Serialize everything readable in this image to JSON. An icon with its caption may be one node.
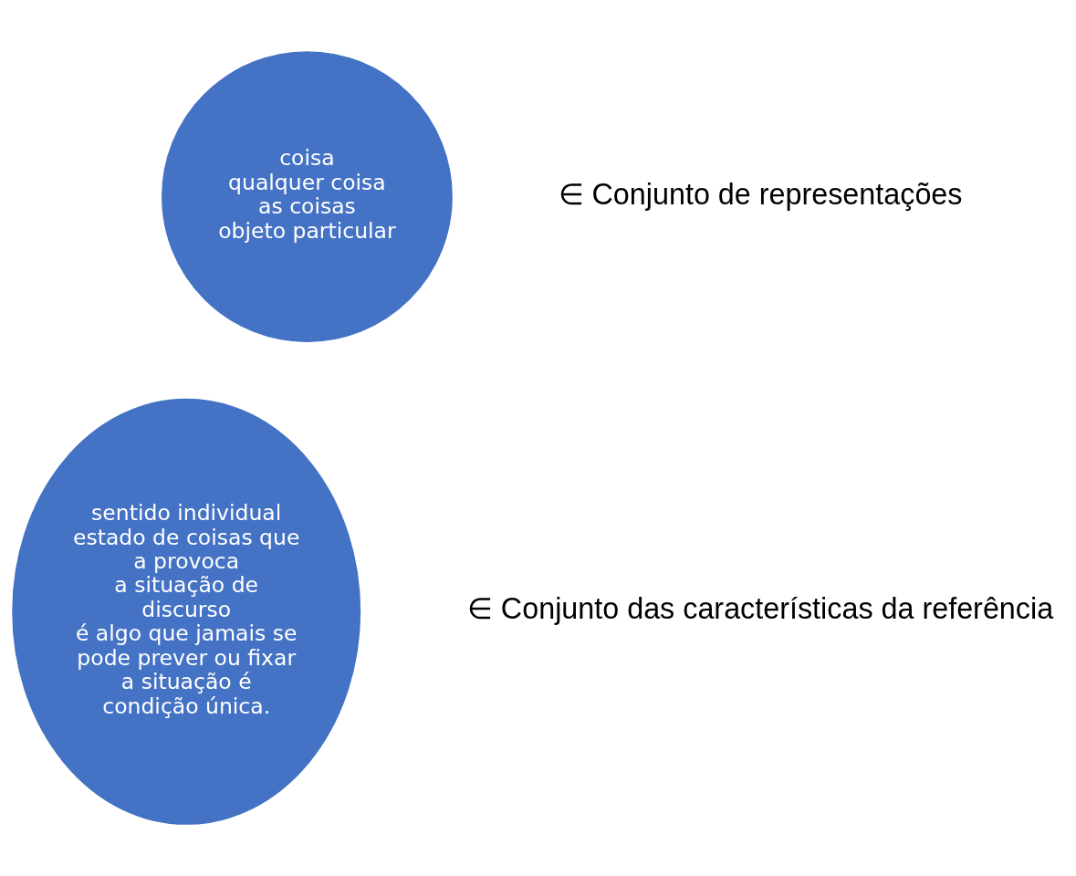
{
  "diagram": {
    "nodes": [
      {
        "text": [
          "coisa",
          "qualquer coisa",
          "as coisas",
          "objeto particular"
        ]
      },
      {
        "text": [
          "sentido individual",
          "estado de coisas que a provoca",
          "a situação de discurso",
          "é algo que jamais se pode prever ou fixar",
          "a situação é condição única."
        ]
      }
    ],
    "labels": [
      "∈ Conjunto de representações",
      "∈ Conjunto das características da referência"
    ]
  }
}
